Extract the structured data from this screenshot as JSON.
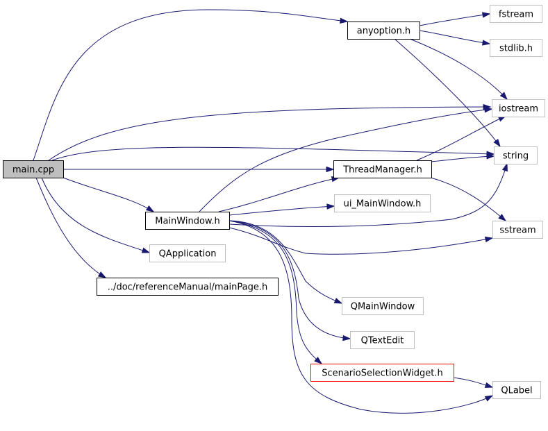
{
  "diagram": {
    "type": "include-dependency-graph",
    "colors": {
      "edge": "#191970",
      "root_fill": "#bfbfbf",
      "root_border": "#000000",
      "documented_border": "#000000",
      "external_border": "#bfbfbf",
      "highlight_border": "#ff0000",
      "fill": "#ffffff"
    },
    "nodes": [
      {
        "id": "main_cpp",
        "label": "main.cpp",
        "style": "root"
      },
      {
        "id": "anyoption_h",
        "label": "anyoption.h",
        "style": "documented"
      },
      {
        "id": "fstream",
        "label": "fstream",
        "style": "external"
      },
      {
        "id": "stdlib_h",
        "label": "stdlib.h",
        "style": "external"
      },
      {
        "id": "iostream",
        "label": "iostream",
        "style": "external"
      },
      {
        "id": "string",
        "label": "string",
        "style": "external"
      },
      {
        "id": "ThreadManager_h",
        "label": "ThreadManager.h",
        "style": "documented"
      },
      {
        "id": "ui_MainWindow_h",
        "label": "ui_MainWindow.h",
        "style": "external"
      },
      {
        "id": "sstream",
        "label": "sstream",
        "style": "external"
      },
      {
        "id": "MainWindow_h",
        "label": "MainWindow.h",
        "style": "documented"
      },
      {
        "id": "QApplication",
        "label": "QApplication",
        "style": "external"
      },
      {
        "id": "mainPage_h",
        "label": "../doc/referenceManual/mainPage.h",
        "style": "documented"
      },
      {
        "id": "QMainWindow",
        "label": "QMainWindow",
        "style": "external"
      },
      {
        "id": "QTextEdit",
        "label": "QTextEdit",
        "style": "external"
      },
      {
        "id": "ScenarioSelectionWidget_h",
        "label": "ScenarioSelectionWidget.h",
        "style": "highlight"
      },
      {
        "id": "QLabel",
        "label": "QLabel",
        "style": "external"
      }
    ],
    "edges": [
      {
        "from": "main_cpp",
        "to": "anyoption_h"
      },
      {
        "from": "main_cpp",
        "to": "iostream"
      },
      {
        "from": "main_cpp",
        "to": "string"
      },
      {
        "from": "main_cpp",
        "to": "ThreadManager_h"
      },
      {
        "from": "main_cpp",
        "to": "MainWindow_h"
      },
      {
        "from": "main_cpp",
        "to": "QApplication"
      },
      {
        "from": "main_cpp",
        "to": "mainPage_h"
      },
      {
        "from": "anyoption_h",
        "to": "fstream"
      },
      {
        "from": "anyoption_h",
        "to": "stdlib_h"
      },
      {
        "from": "anyoption_h",
        "to": "iostream"
      },
      {
        "from": "anyoption_h",
        "to": "string"
      },
      {
        "from": "ThreadManager_h",
        "to": "iostream"
      },
      {
        "from": "ThreadManager_h",
        "to": "string"
      },
      {
        "from": "ThreadManager_h",
        "to": "sstream"
      },
      {
        "from": "MainWindow_h",
        "to": "iostream"
      },
      {
        "from": "MainWindow_h",
        "to": "ThreadManager_h"
      },
      {
        "from": "MainWindow_h",
        "to": "ui_MainWindow_h"
      },
      {
        "from": "MainWindow_h",
        "to": "string"
      },
      {
        "from": "MainWindow_h",
        "to": "sstream"
      },
      {
        "from": "MainWindow_h",
        "to": "QMainWindow"
      },
      {
        "from": "MainWindow_h",
        "to": "QTextEdit"
      },
      {
        "from": "MainWindow_h",
        "to": "ScenarioSelectionWidget_h"
      },
      {
        "from": "MainWindow_h",
        "to": "QLabel"
      },
      {
        "from": "ScenarioSelectionWidget_h",
        "to": "QLabel"
      }
    ]
  }
}
